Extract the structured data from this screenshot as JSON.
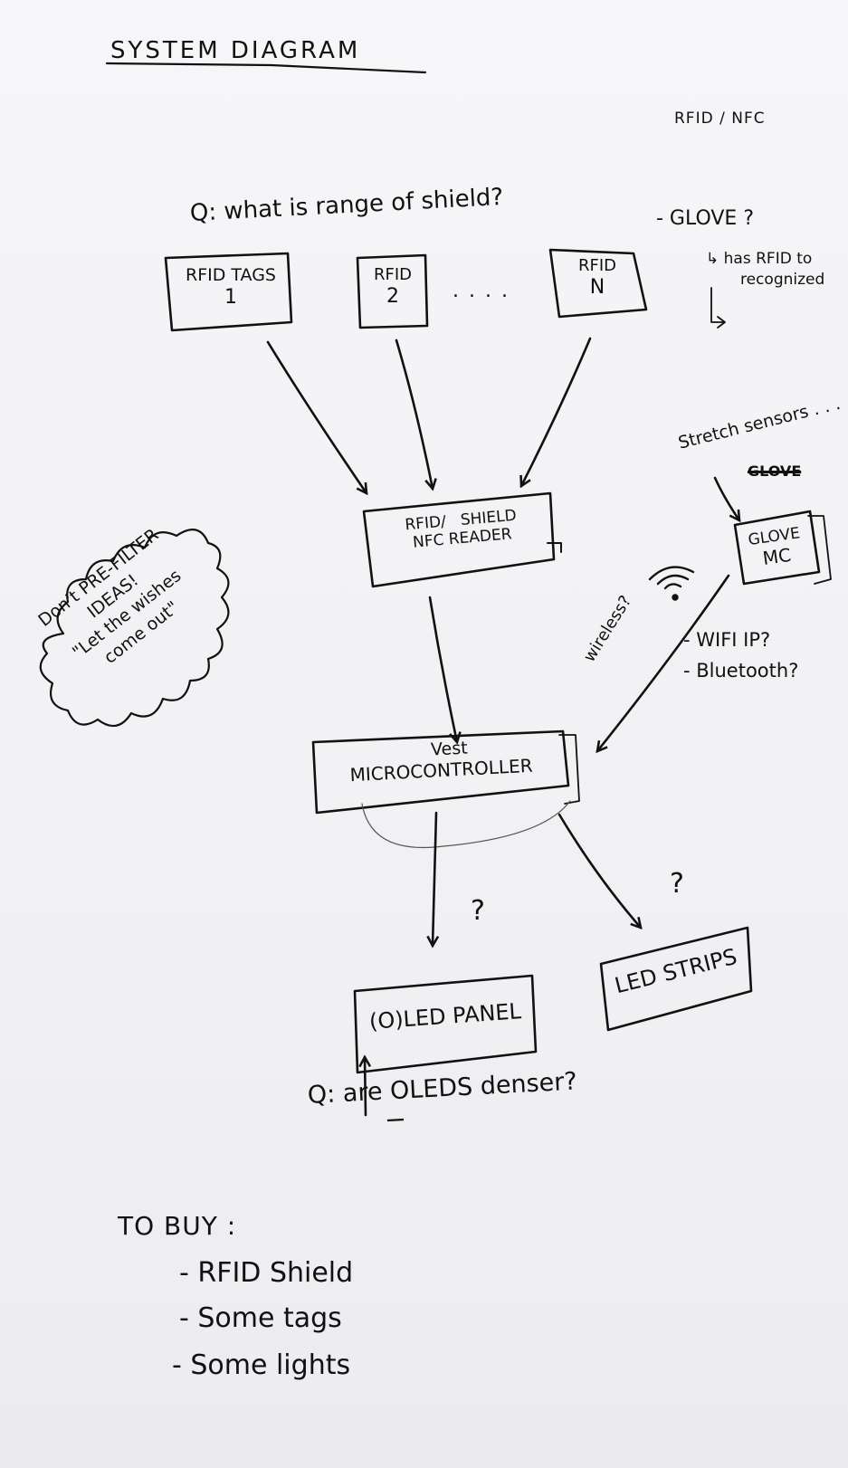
{
  "title": "SYSTEM DIAGRAM",
  "corner_note": "RFID / NFC",
  "question_range": "Q: what is range of shield?",
  "glove_question": "- GLOVE ?",
  "glove_note": [
    "↳ has RFID to",
    "recognized"
  ],
  "nodes": {
    "tag1": [
      "RFID TAGS",
      "1"
    ],
    "tag2": [
      "RFID",
      "2"
    ],
    "tag_ellipsis": ". . . .",
    "tagN": [
      "RFID",
      "N"
    ],
    "reader": [
      "RFID/   SHIELD",
      "NFC READER"
    ],
    "glove_mc": [
      "GLOVE",
      "MC"
    ],
    "vest": [
      "Vest",
      "MICROCONTROLLER"
    ],
    "led_panel": "(O)LED PANEL",
    "led_strips": "LED STRIPS"
  },
  "stretch_note": "Stretch sensors . . .",
  "scribbled_word": "GLOVE",
  "wireless_label": "wireless?",
  "options": [
    "- WIFI IP?",
    "- Bluetooth?"
  ],
  "question_marks": [
    "?",
    "?"
  ],
  "question_oled": "Q: are OLEDS denser?",
  "cloud_note": [
    "Don't PRE-FILTER",
    "IDEAS!",
    "\"Let the wishes",
    "come out\""
  ],
  "to_buy": {
    "title": "TO BUY :",
    "items": [
      "- RFID Shield",
      "- Some tags",
      "- Some lights"
    ]
  },
  "colors": {
    "ink": "#111111",
    "paper": "#f4f4f6"
  }
}
